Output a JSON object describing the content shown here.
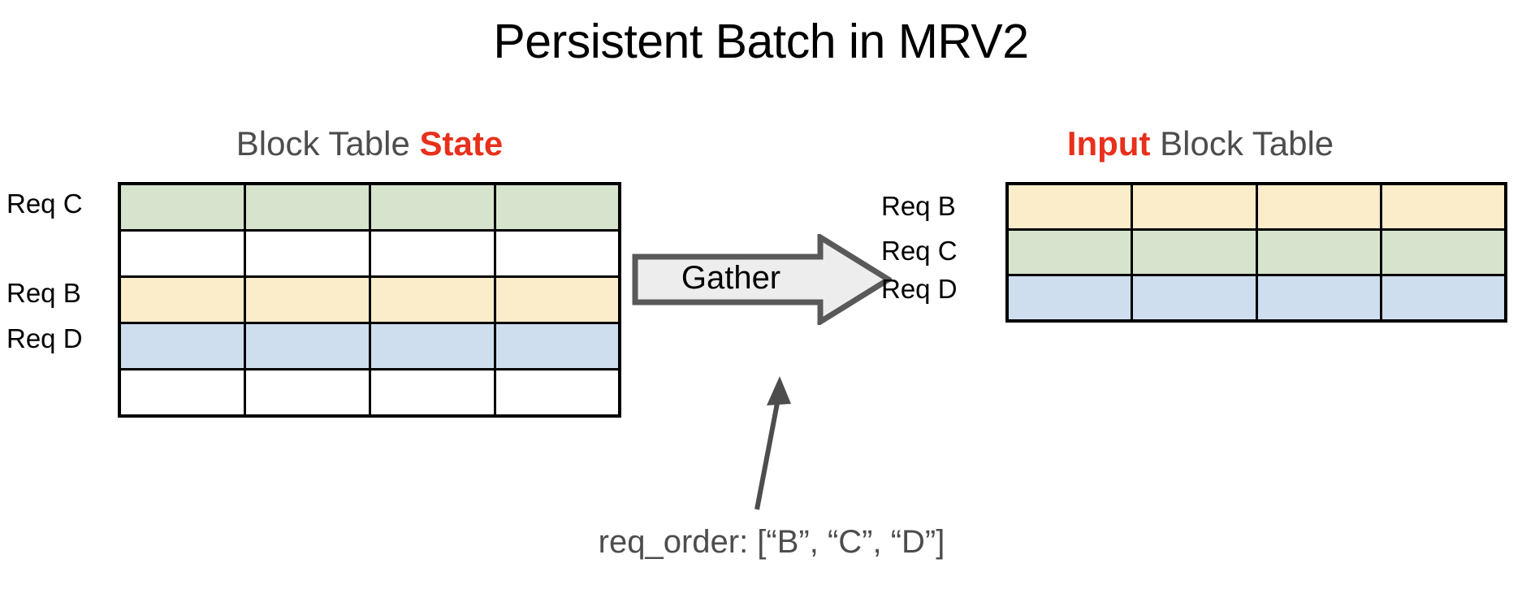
{
  "title": "Persistent Batch in MRV2",
  "left_panel": {
    "heading_prefix": "Block Table ",
    "heading_accent": "State",
    "row_labels": {
      "req_c": "Req C",
      "req_b": "Req B",
      "req_d": "Req D"
    },
    "columns": 4,
    "rows": 5,
    "row_fills": [
      "#d7e4cd",
      "#ffffff",
      "#fbecca",
      "#cedeee",
      "#ffffff"
    ],
    "row_request": [
      "Req C",
      "",
      "Req B",
      "Req D",
      ""
    ]
  },
  "right_panel": {
    "heading_accent": "Input",
    "heading_suffix": " Block Table",
    "row_labels": {
      "req_b": "Req B",
      "req_c": "Req C",
      "req_d": "Req D"
    },
    "columns": 4,
    "rows": 3,
    "row_fills": [
      "#fbecca",
      "#d7e4cd",
      "#cedeee"
    ],
    "row_request": [
      "Req B",
      "Req C",
      "Req D"
    ]
  },
  "gather": {
    "label": "Gather",
    "fill": "#ededed",
    "stroke": "#595959"
  },
  "annotation": {
    "req_order_caption": "req_order: [“B”, “C”, “D”]",
    "pointer_color": "#4d4d4d"
  },
  "colors": {
    "accent_red": "#e8301c",
    "heading_gray": "#4d4d4d",
    "green": "#d7e4cd",
    "yellow": "#fbecca",
    "blue": "#cedeee",
    "white": "#ffffff",
    "border": "#000000"
  }
}
